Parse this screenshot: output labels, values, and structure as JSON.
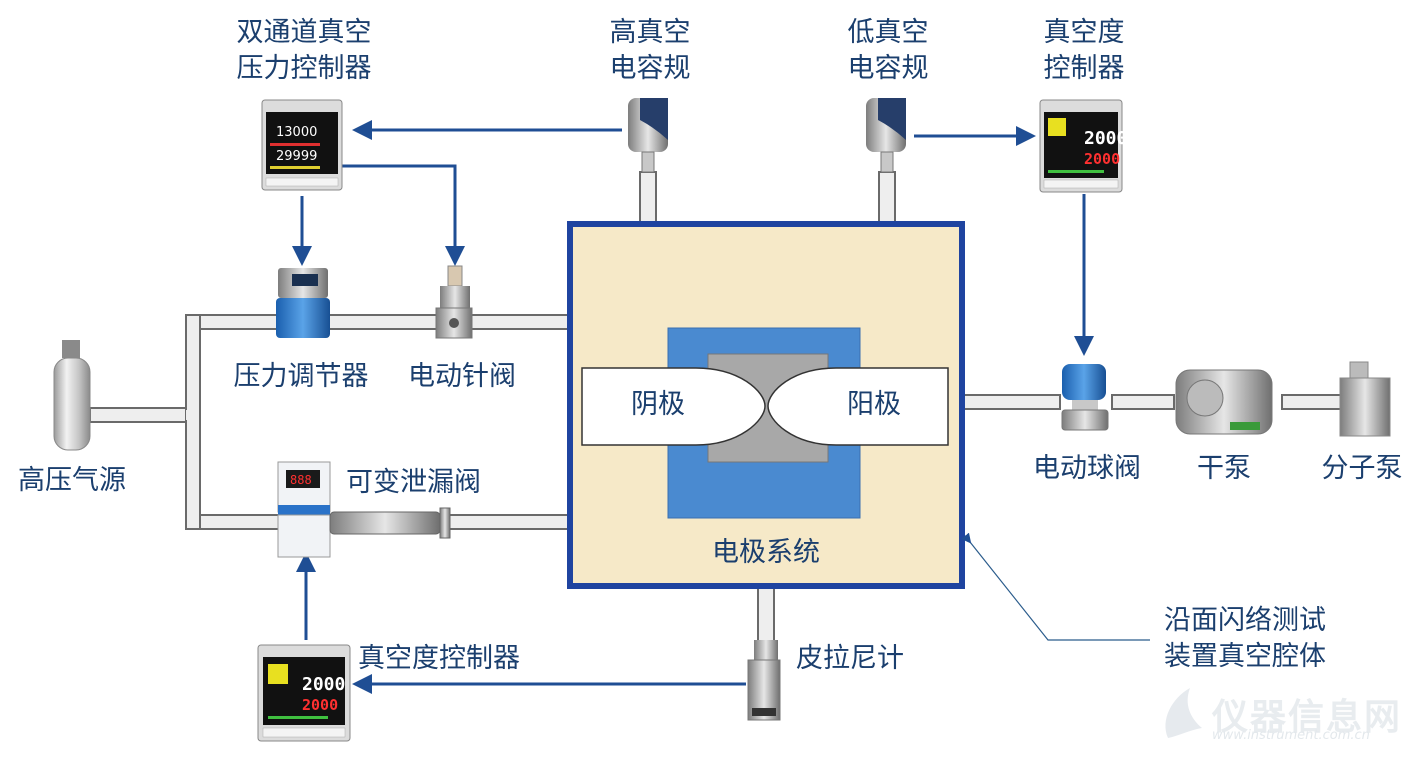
{
  "labels": {
    "dual_controller_line1": "双通道真空",
    "dual_controller_line2": "压力控制器",
    "high_gauge_line1": "高真空",
    "high_gauge_line2": "电容规",
    "low_gauge_line1": "低真空",
    "low_gauge_line2": "电容规",
    "vac_controller_top_line1": "真空度",
    "vac_controller_top_line2": "控制器",
    "pressure_regulator": "压力调节器",
    "needle_valve": "电动针阀",
    "gas_source": "高压气源",
    "leak_valve": "可变泄漏阀",
    "vac_controller_bottom": "真空度控制器",
    "pirani": "皮拉尼计",
    "cathode": "阴极",
    "anode": "阳极",
    "electrode_system": "电极系统",
    "ball_valve": "电动球阀",
    "dry_pump": "干泵",
    "molecular_pump": "分子泵",
    "chamber_line1": "沿面闪络测试",
    "chamber_line2": "装置真空腔体"
  },
  "displays": {
    "dual_top_value": "13000",
    "dual_bottom_value": "29999",
    "single_top_value": "2000",
    "single_bottom_value": "2000"
  },
  "watermark": {
    "text": "仪器信息网",
    "url": "www.instrument.com.cn"
  },
  "colors": {
    "arrow": "#1f4e94",
    "chamber_border": "#1f44a0",
    "chamber_fill": "#f6e9c8",
    "electrode_blue": "#4a8ad0",
    "electrode_gray": "#a8a8a8",
    "pipe_fill": "#eeeeee",
    "pipe_stroke": "#6a6a6a",
    "label": "#1b3f6e"
  }
}
